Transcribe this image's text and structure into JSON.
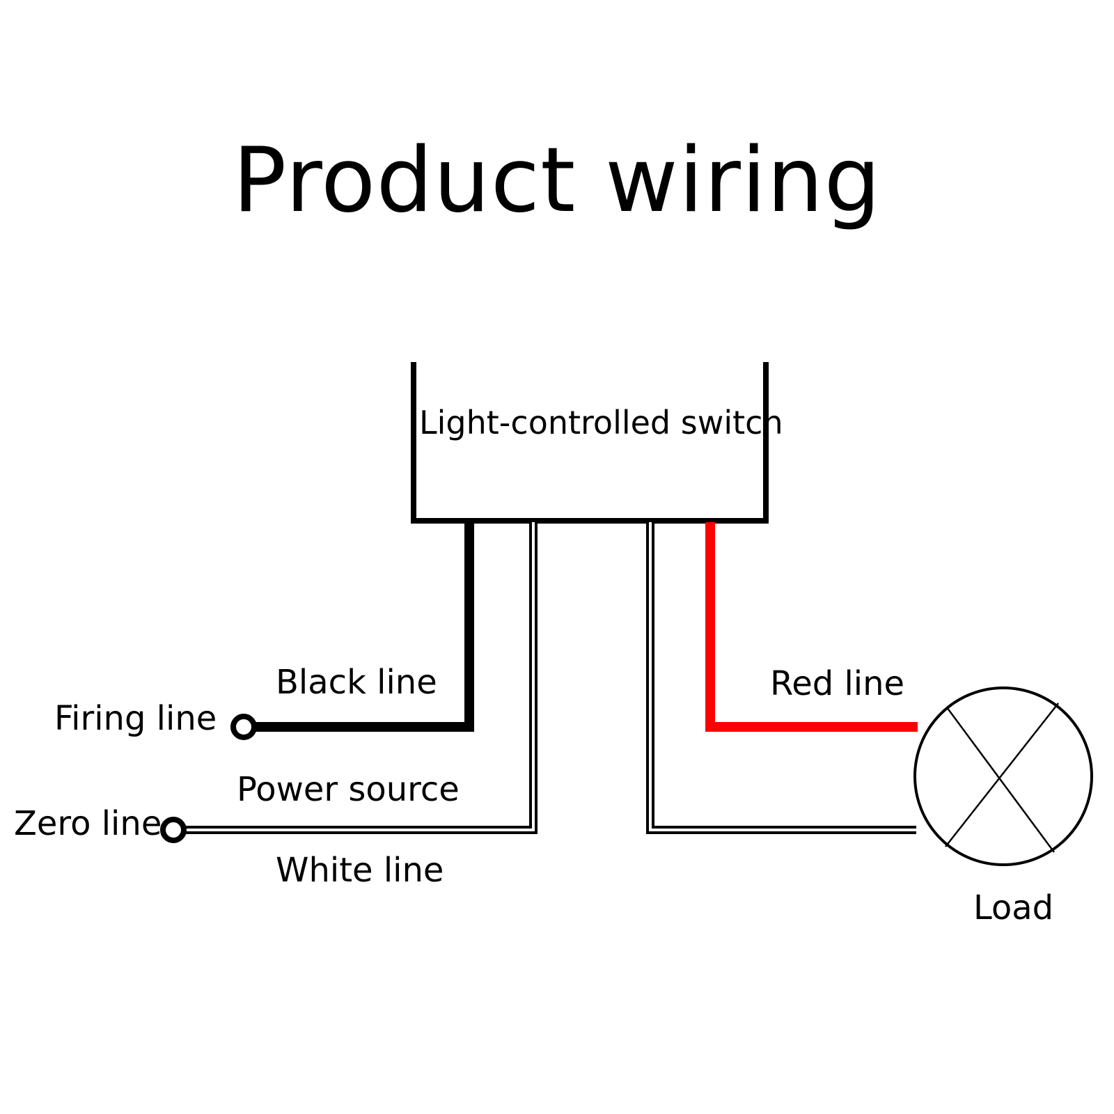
{
  "title": "Product wiring",
  "switch": {
    "label": "Light-controlled switch"
  },
  "labels": {
    "black_line": "Black line",
    "firing_line": "Firing line",
    "power_source": "Power source",
    "zero_line": "Zero line",
    "white_line": "White line",
    "red_line": "Red line",
    "load": "Load"
  },
  "colors": {
    "black_wire": "#000000",
    "white_wire": "#ffffff",
    "red_wire": "#ff0000",
    "outline": "#000000"
  }
}
